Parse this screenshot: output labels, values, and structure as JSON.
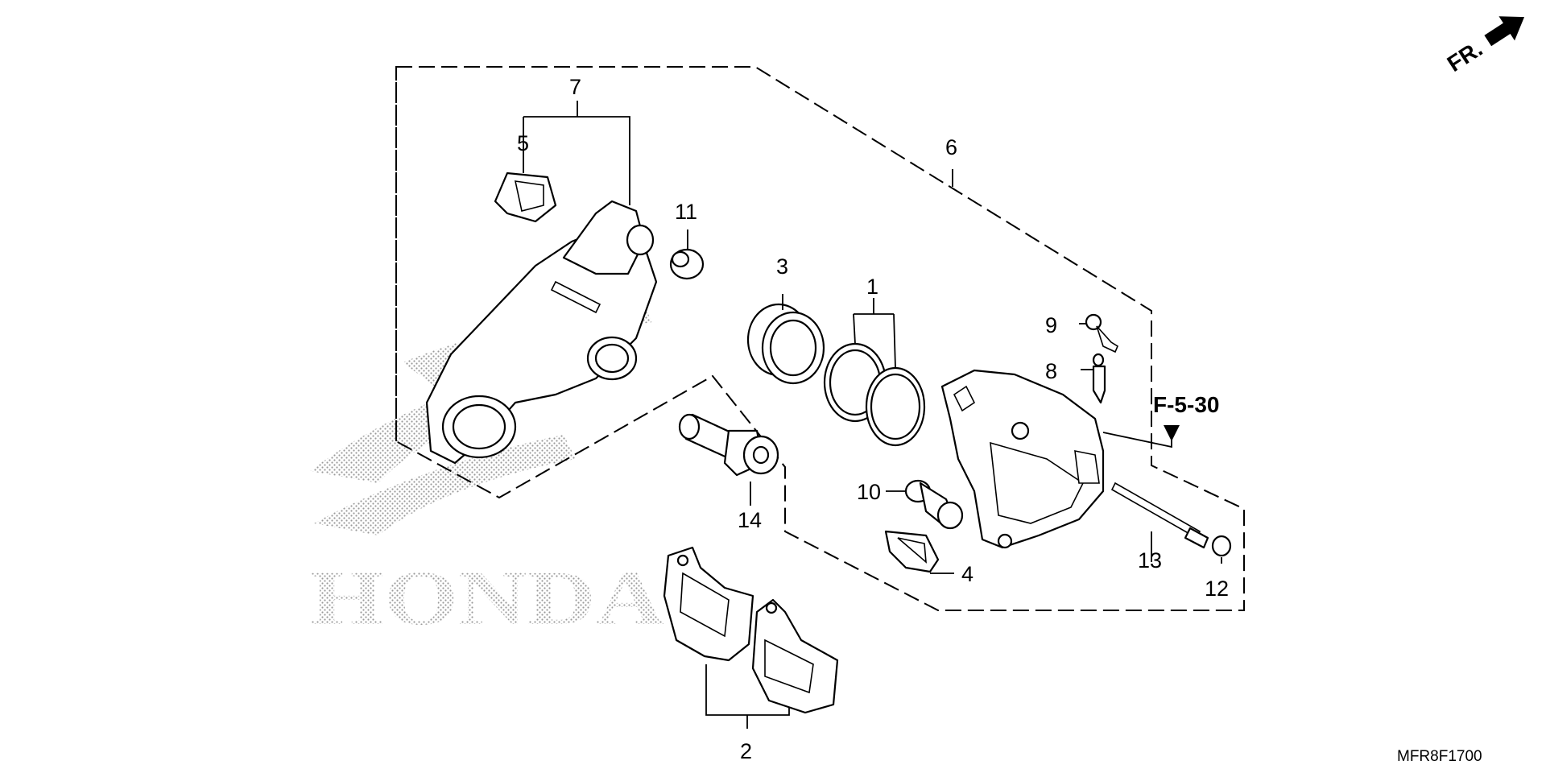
{
  "orientation_label": "FR.",
  "diagram_code": "MFR8F1700",
  "reference_label": "F-5-30",
  "watermark_text": "HONDA",
  "callouts": {
    "c1": "1",
    "c2": "2",
    "c3": "3",
    "c4": "4",
    "c5": "5",
    "c6": "6",
    "c7": "7",
    "c8": "8",
    "c9": "9",
    "c10": "10",
    "c11": "11",
    "c12": "12",
    "c13": "13",
    "c14": "14"
  },
  "colors": {
    "line": "#000000",
    "background": "#ffffff",
    "watermark": "#9a9a9a"
  }
}
